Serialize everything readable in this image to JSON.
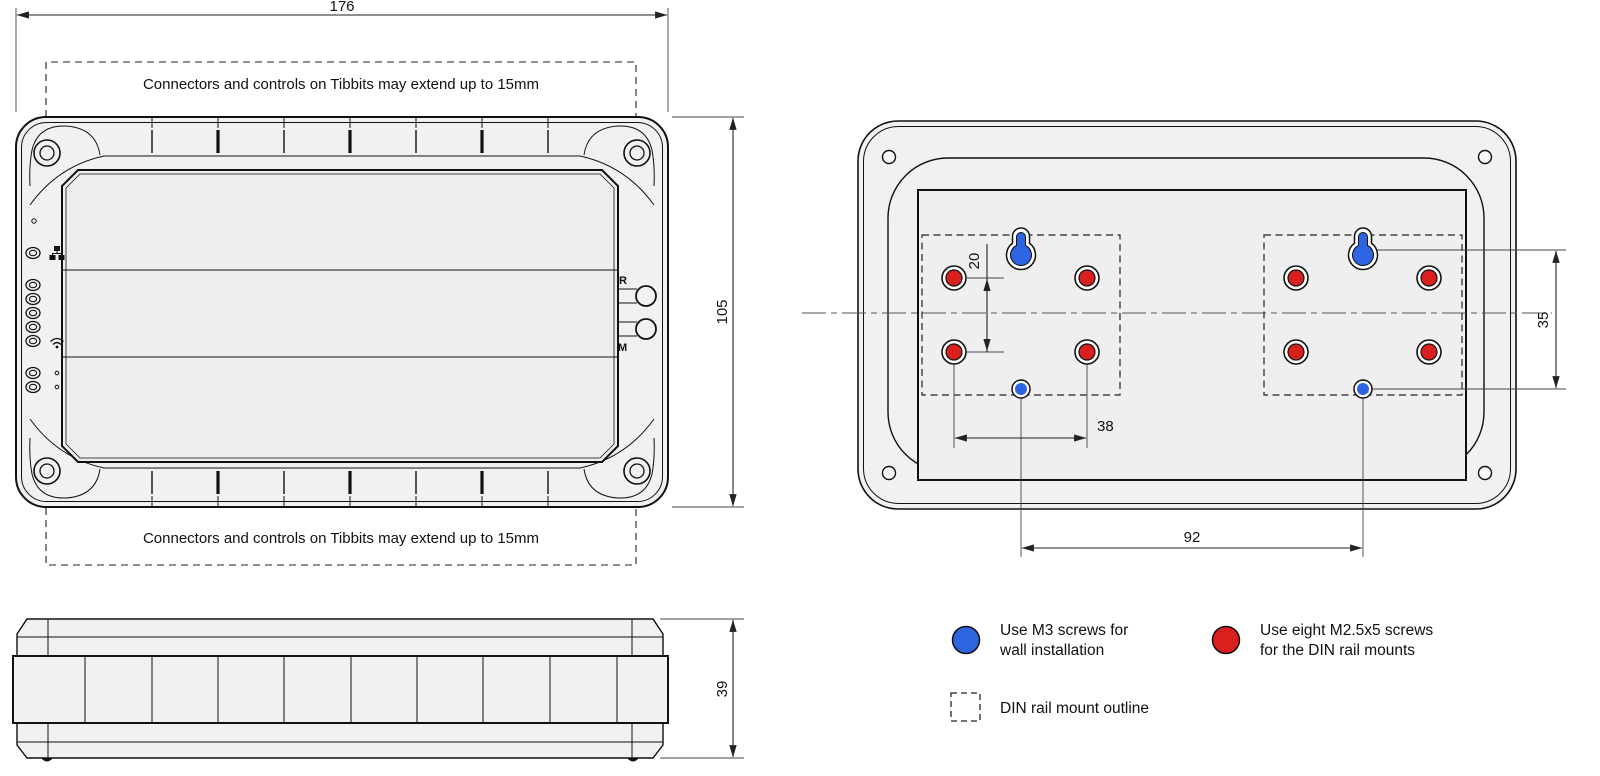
{
  "drawing": {
    "front_view": {
      "width_dim": "176",
      "height_dim": "105",
      "note_top": "Connectors and controls on Tibbits may extend up to 15mm",
      "note_bottom": "Connectors and controls on Tibbits may extend up to 15mm",
      "reset_button_label": "R",
      "mode_button_label": "M"
    },
    "side_view": {
      "height_dim": "39"
    },
    "back_view": {
      "hole_vertical_pitch_dim": "20",
      "hole_horizontal_pitch_dim": "38",
      "wall_mount_span_dim": "92",
      "wall_mount_vertical_dim": "35"
    },
    "legend": {
      "wall_screws_line1": "Use M3 screws for",
      "wall_screws_line2": "wall installation",
      "din_screws_line1": "Use eight M2.5x5 screws",
      "din_screws_line2": "for the DIN rail mounts",
      "din_outline_label": "DIN rail mount outline"
    },
    "colors": {
      "wall_mount_blue": "#2d64e2",
      "din_mount_red": "#da1f1f"
    }
  }
}
